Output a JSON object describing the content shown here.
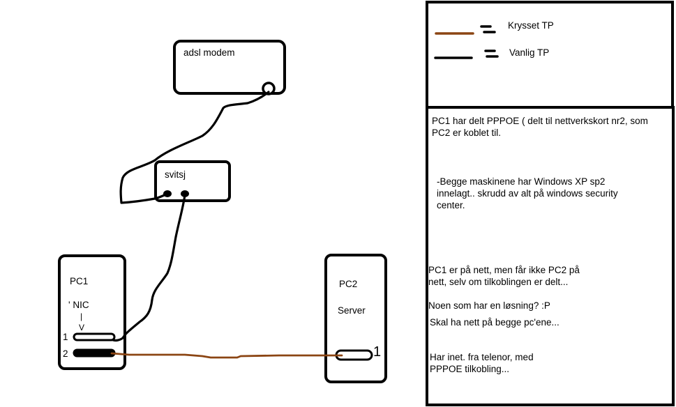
{
  "colors": {
    "crossed_cable": "#8b4513",
    "straight_cable": "#000000",
    "ink": "#000000",
    "background": "#ffffff"
  },
  "legend": {
    "crossed": {
      "label": "Krysset TP",
      "color": "#8b4513"
    },
    "straight": {
      "label": "Vanlig TP",
      "color": "#000000"
    }
  },
  "devices": {
    "modem": {
      "label": "adsl modem"
    },
    "switch": {
      "label": "svitsj"
    },
    "pc1": {
      "label": "PC1",
      "nic_label": "' NIC",
      "arrow_stem": "|",
      "arrow_head": "V",
      "port1": "1",
      "port2": "2"
    },
    "pc2": {
      "label": "PC2",
      "role": "Server",
      "port1": "1"
    }
  },
  "connections": [
    {
      "from": "adsl modem",
      "to": "svitsj",
      "type": "Vanlig TP"
    },
    {
      "from": "svitsj",
      "to": "PC1 NIC 1",
      "type": "Vanlig TP"
    },
    {
      "from": "PC1 NIC 2",
      "to": "PC2 NIC 1",
      "type": "Krysset TP"
    }
  ],
  "notes": {
    "line1a": "PC1 har delt PPPOE ( delt til nettverkskort nr2, som",
    "line1b": "PC2 er koblet til.",
    "line2a": "-Begge maskinene har Windows XP sp2",
    "line2b": "innelagt.. skrudd av alt på windows security",
    "line2c": "center.",
    "line3a": "PC1 er på nett, men får ikke PC2 på",
    "line3b": "nett, selv om tilkoblingen er delt...",
    "line4": "Noen som har en løsning? :P",
    "line5": "Skal ha nett på begge pc'ene...",
    "line6a": "Har inet. fra telenor, med",
    "line6b": "PPPOE tilkobling..."
  }
}
